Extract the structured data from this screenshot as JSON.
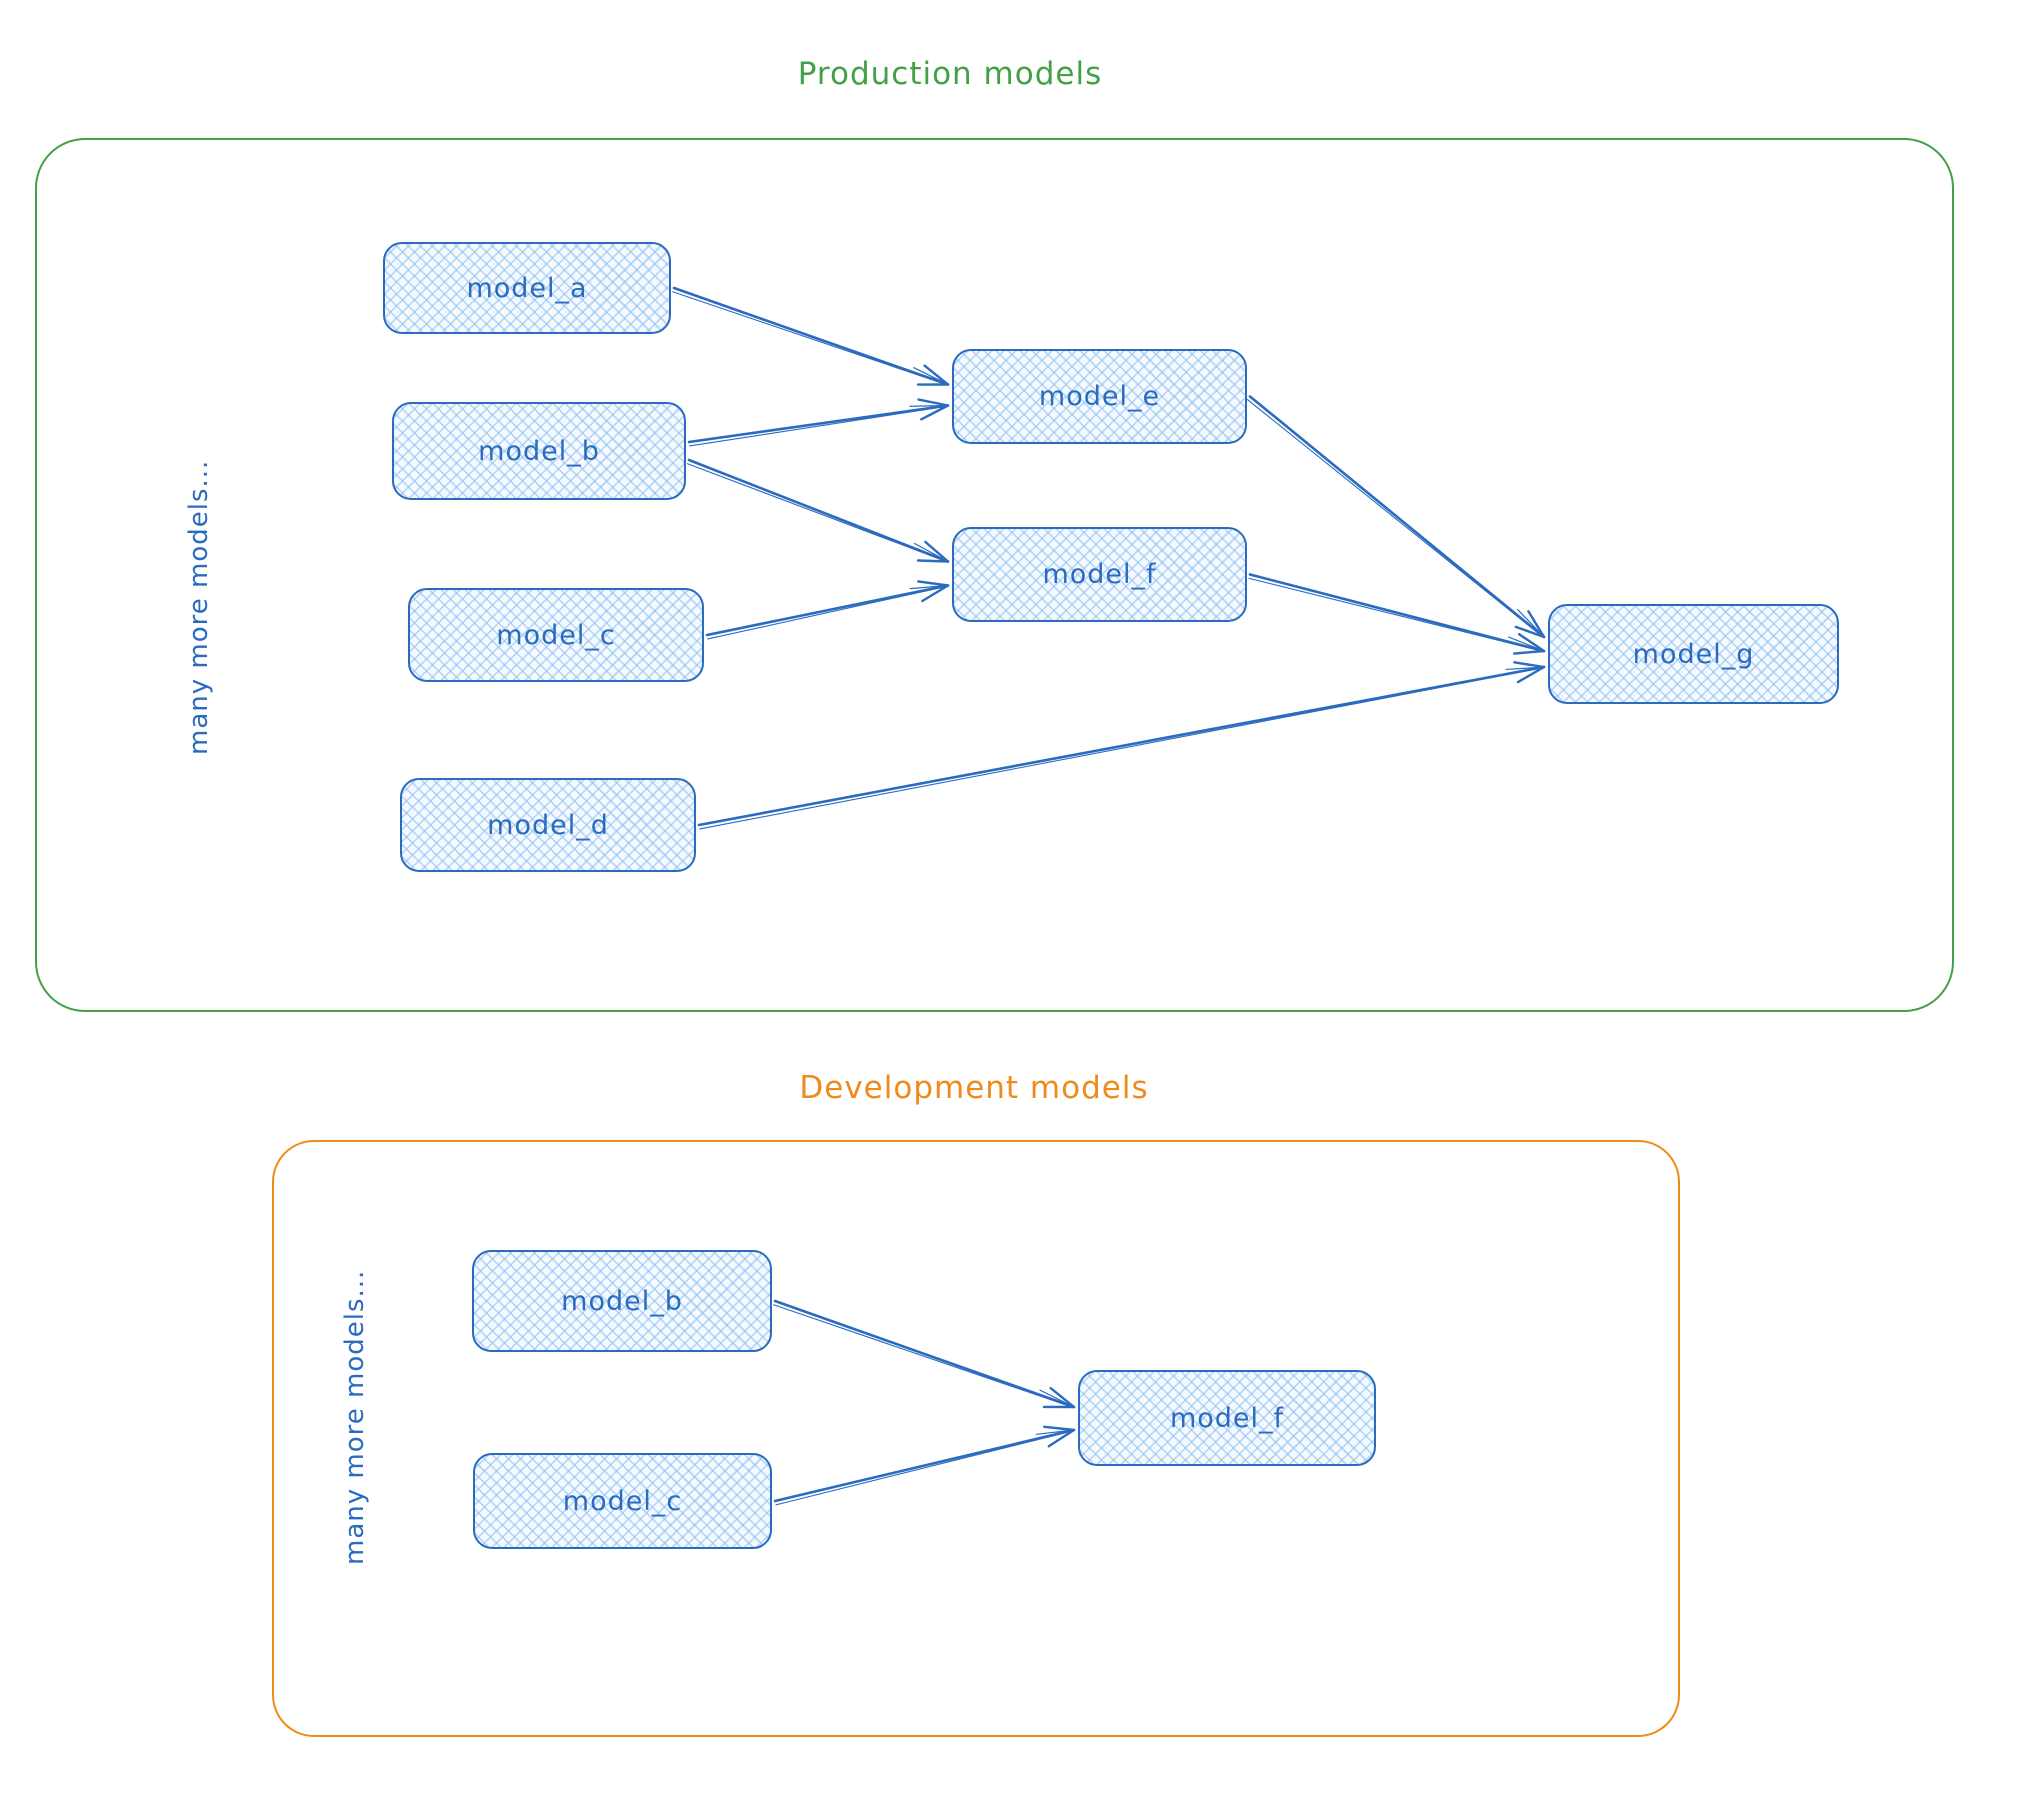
{
  "colors": {
    "blue": "#2a6bbf",
    "hatch_blue": "rgba(140,190,240,0.55)",
    "green": "#43a047",
    "orange": "#ef8b1c"
  },
  "production": {
    "title": "Production models",
    "side_note": "many more models...",
    "nodes": [
      {
        "id": "a",
        "label": "model_a"
      },
      {
        "id": "b",
        "label": "model_b"
      },
      {
        "id": "c",
        "label": "model_c"
      },
      {
        "id": "d",
        "label": "model_d"
      },
      {
        "id": "e",
        "label": "model_e"
      },
      {
        "id": "f",
        "label": "model_f"
      },
      {
        "id": "g",
        "label": "model_g"
      }
    ],
    "edges": [
      {
        "from": "a",
        "to": "e",
        "sdy": 0,
        "tdy": -12
      },
      {
        "from": "b",
        "to": "e",
        "sdy": -9,
        "tdy": 9
      },
      {
        "from": "b",
        "to": "f",
        "sdy": 9,
        "tdy": -13
      },
      {
        "from": "c",
        "to": "f",
        "sdy": 0,
        "tdy": 11
      },
      {
        "from": "e",
        "to": "g",
        "sdy": 0,
        "tdy": -17
      },
      {
        "from": "f",
        "to": "g",
        "sdy": 0,
        "tdy": -3
      },
      {
        "from": "d",
        "to": "g",
        "sdy": 0,
        "tdy": 13
      }
    ]
  },
  "development": {
    "title": "Development models",
    "side_note": "many more models...",
    "nodes": [
      {
        "id": "b",
        "label": "model_b"
      },
      {
        "id": "c",
        "label": "model_c"
      },
      {
        "id": "f",
        "label": "model_f"
      }
    ],
    "edges": [
      {
        "from": "b",
        "to": "f",
        "sdy": 0,
        "tdy": -11
      },
      {
        "from": "c",
        "to": "f",
        "sdy": 0,
        "tdy": 12
      }
    ]
  }
}
